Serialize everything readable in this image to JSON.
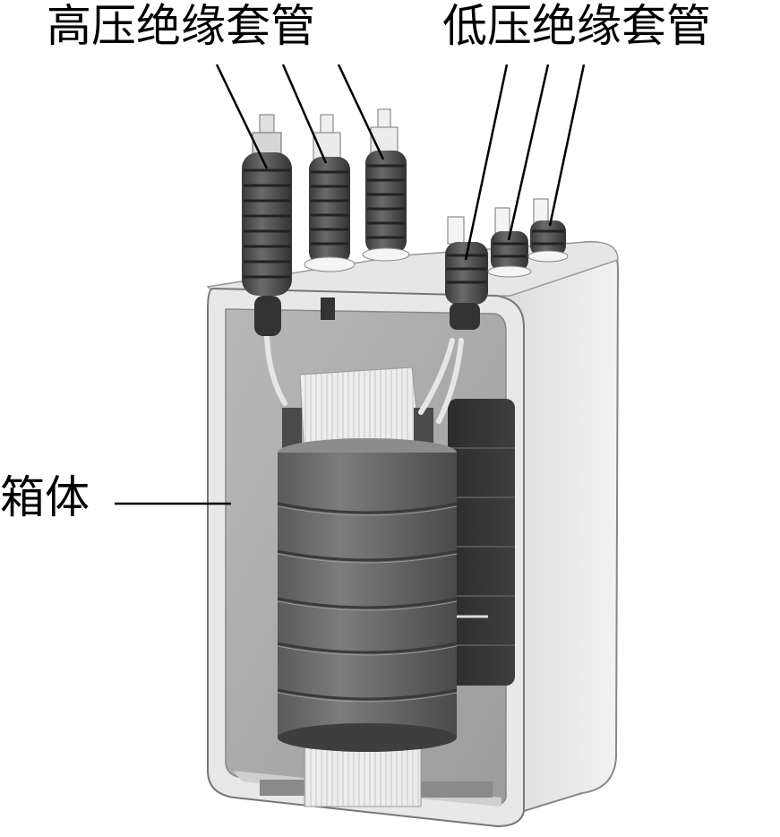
{
  "labels": {
    "hv_bushing": "高压绝缘套管",
    "lv_bushing": "低压绝缘套管",
    "tank": "箱体"
  }
}
